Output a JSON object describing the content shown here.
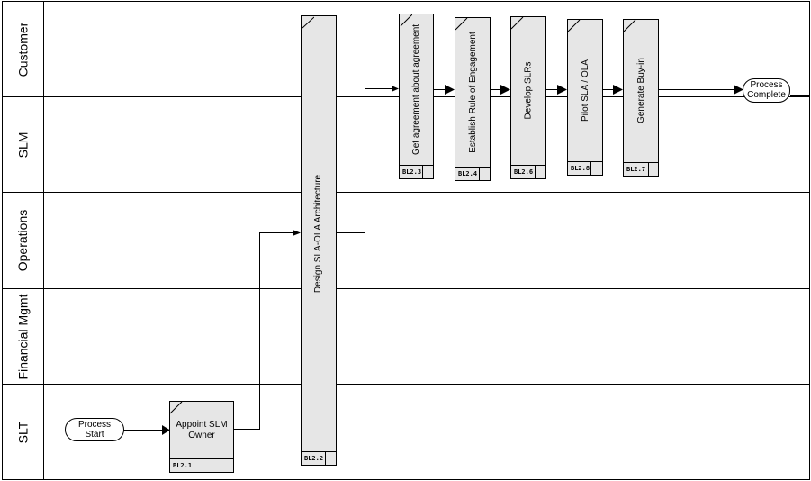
{
  "lanes": [
    {
      "label": "Customer"
    },
    {
      "label": "SLM"
    },
    {
      "label": "Operations"
    },
    {
      "label": "Financial Mgmt"
    },
    {
      "label": "SLT"
    }
  ],
  "terminals": {
    "start": {
      "line1": "Process",
      "line2": "Start"
    },
    "end": {
      "line1": "Process",
      "line2": "Complete"
    }
  },
  "activities": [
    {
      "id": "appoint",
      "label_line1": "Appoint SLM",
      "label_line2": "Owner",
      "code": "BL2.1"
    },
    {
      "id": "design",
      "label": "Design SLA-OLA Architecture",
      "code": "BL2.2"
    },
    {
      "id": "agreement",
      "label": "Get agreement about agreement",
      "code": "BL2.3"
    },
    {
      "id": "engagement",
      "label": "Establish Rule of Engagement",
      "code": "BL2.4"
    },
    {
      "id": "slrs",
      "label": "Develop SLRs",
      "code": "BL2.6"
    },
    {
      "id": "pilot",
      "label": "Pilot SLA / OLA",
      "code": "BL2.8"
    },
    {
      "id": "buyin",
      "label": "Generate Buy-in",
      "code": "BL2.7"
    }
  ],
  "colors": {
    "box_fill": "#e6e6e6",
    "line": "#000000"
  }
}
